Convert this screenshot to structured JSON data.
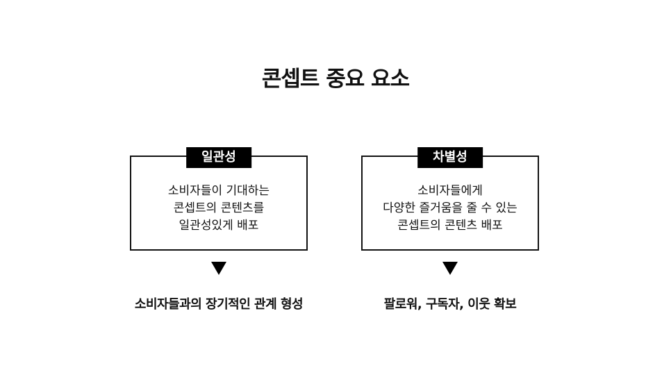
{
  "title": "콘셉트 중요 요소",
  "cards": [
    {
      "tag": "일관성",
      "lines": [
        "소비자들이 기대하는",
        "콘셉트의 콘텐츠를",
        "일관성있게 배포"
      ],
      "result": "소비자들과의 장기적인 관계 형성"
    },
    {
      "tag": "차별성",
      "lines": [
        "소비자들에게",
        "다양한 즐거움을 줄 수 있는",
        "콘셉트의 콘텐츠 배포"
      ],
      "result": "팔로워, 구독자, 이웃 확보"
    }
  ],
  "colors": {
    "background": "#ffffff",
    "ink": "#111111",
    "tag_background": "#000000",
    "tag_text": "#ffffff"
  },
  "icons": {
    "arrow": "down-triangle-icon"
  }
}
